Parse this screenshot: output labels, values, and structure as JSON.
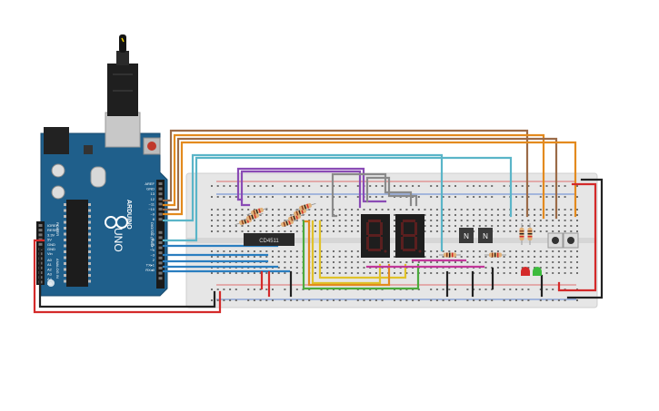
{
  "board": {
    "brand": "ARDUINO",
    "model": "UNO",
    "power_header_title": "POWER",
    "analog_header_title": "ANALOG IN",
    "digital_header_title": "DIGITAL (PWM~)",
    "power_pins": [
      "IOREF",
      "RESET",
      "3.3V",
      "5V",
      "GND",
      "GND",
      "Vin"
    ],
    "analog_pins": [
      "A0",
      "A1",
      "A2",
      "A3",
      "A4",
      "A5"
    ],
    "digital_pins_top": [
      "AREF",
      "GND",
      "13",
      "12",
      "~11",
      "~10",
      "~9",
      "8"
    ],
    "digital_pins_bottom": [
      "7",
      "~6",
      "~5",
      "4",
      "~3",
      "2",
      "TX▸1",
      "RX◂0"
    ]
  },
  "chip": {
    "label": "CD4511"
  },
  "transistors": [
    {
      "label": "N"
    },
    {
      "label": "N"
    }
  ],
  "colors": {
    "board_blue": "#1f5f8b",
    "breadboard": "#e6e6e6",
    "wire_brown": "#9b6b48",
    "wire_orange": "#e38a1e",
    "wire_cyan": "#5ab5c8",
    "wire_purple": "#8a4bb5",
    "wire_blue": "#2a7ec0",
    "wire_red": "#d42a2a",
    "wire_black": "#222222",
    "wire_green": "#4caa3c",
    "wire_yellow": "#e0c22a",
    "wire_magenta": "#c2389a",
    "wire_gray": "#8a8a8a"
  }
}
